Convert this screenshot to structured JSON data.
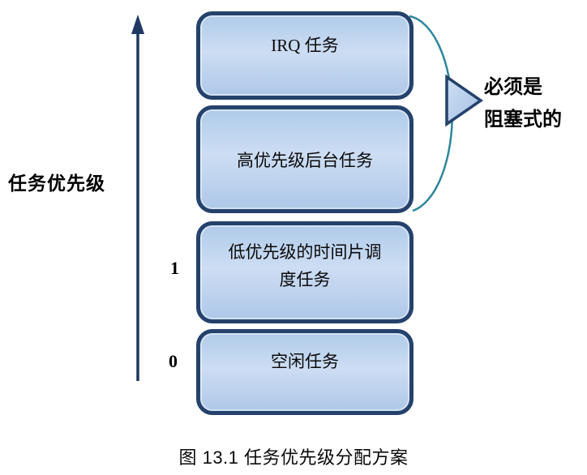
{
  "axis": {
    "label": "任务优先级",
    "tick1": "1",
    "tick0": "0"
  },
  "boxes": {
    "irq": "IRQ 任务",
    "high_priority": "高优先级后台任务",
    "low_priority_line1": "低优先级的时间片调",
    "low_priority_line2": "度任务",
    "idle": "空闲任务"
  },
  "annotation": {
    "line1": "必须是",
    "line2": "阻塞式的"
  },
  "caption": "图 13.1  任务优先级分配方案",
  "colors": {
    "box_border": "#24426b",
    "box_fill_light": "#cdddf3",
    "box_fill_dark": "#aec8e8",
    "arrow": "#1f3864",
    "bracket_arc": "#2e869c",
    "triangle_fill": "#b9cfeb",
    "text": "#000000"
  }
}
